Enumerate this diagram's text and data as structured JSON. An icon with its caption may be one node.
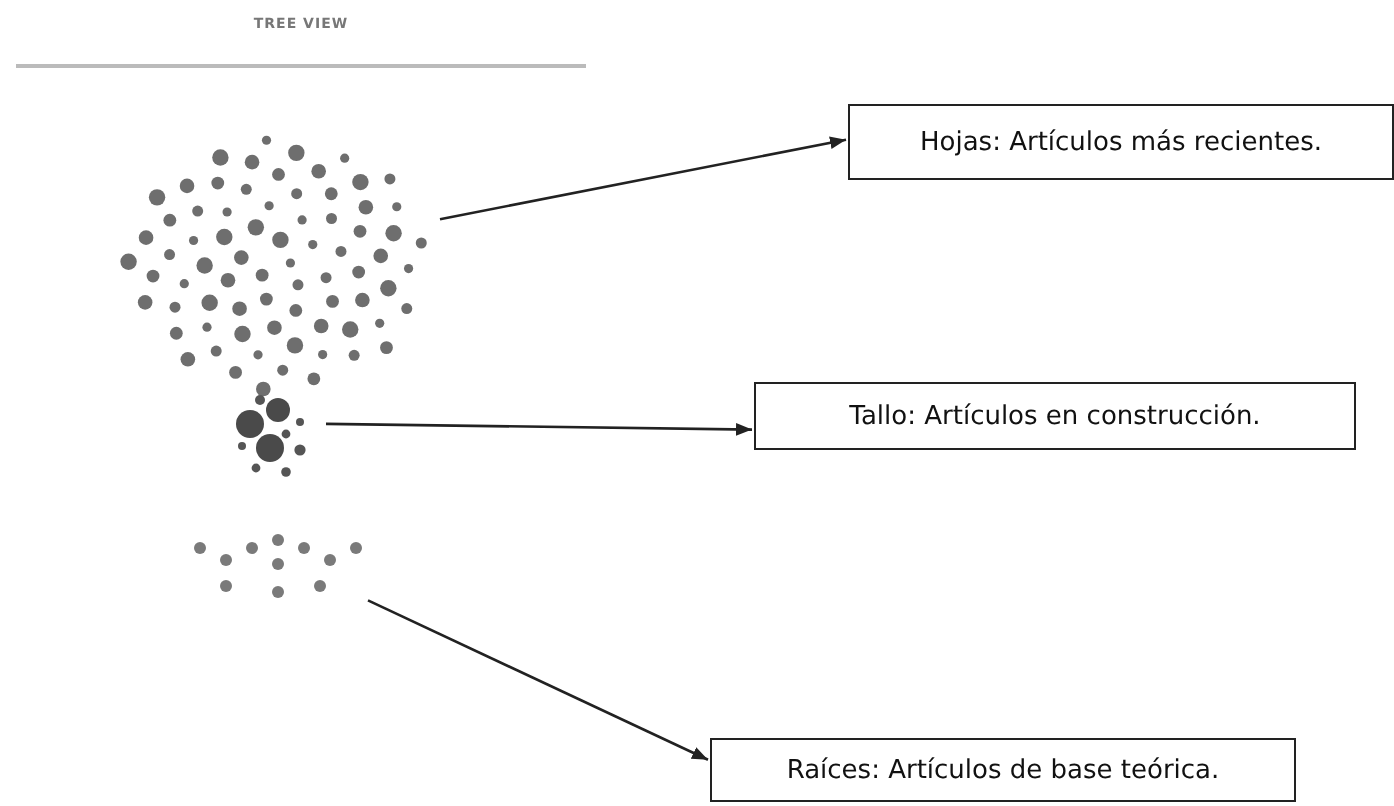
{
  "diagram": {
    "title": "TREE VIEW",
    "nodes": [
      {
        "text": [],
        "shape": "circle"
      },
      {
        "text": [
          "Hojas: Artículos más recientes."
        ]
      },
      {
        "text": [],
        "shape": "circle"
      },
      {
        "text": [
          "Tallo: Artículos en construcción."
        ]
      },
      {
        "text": [],
        "shape": "circle"
      },
      {
        "text": [
          "Raíces: Artículos de base teórica."
        ]
      }
    ],
    "edges": [
      {
        "from": 0,
        "to": 1,
        "arrow": "to"
      },
      {
        "from": 2,
        "to": 3,
        "arrow": "to"
      },
      {
        "from": 4,
        "to": 5,
        "arrow": "to"
      }
    ]
  }
}
